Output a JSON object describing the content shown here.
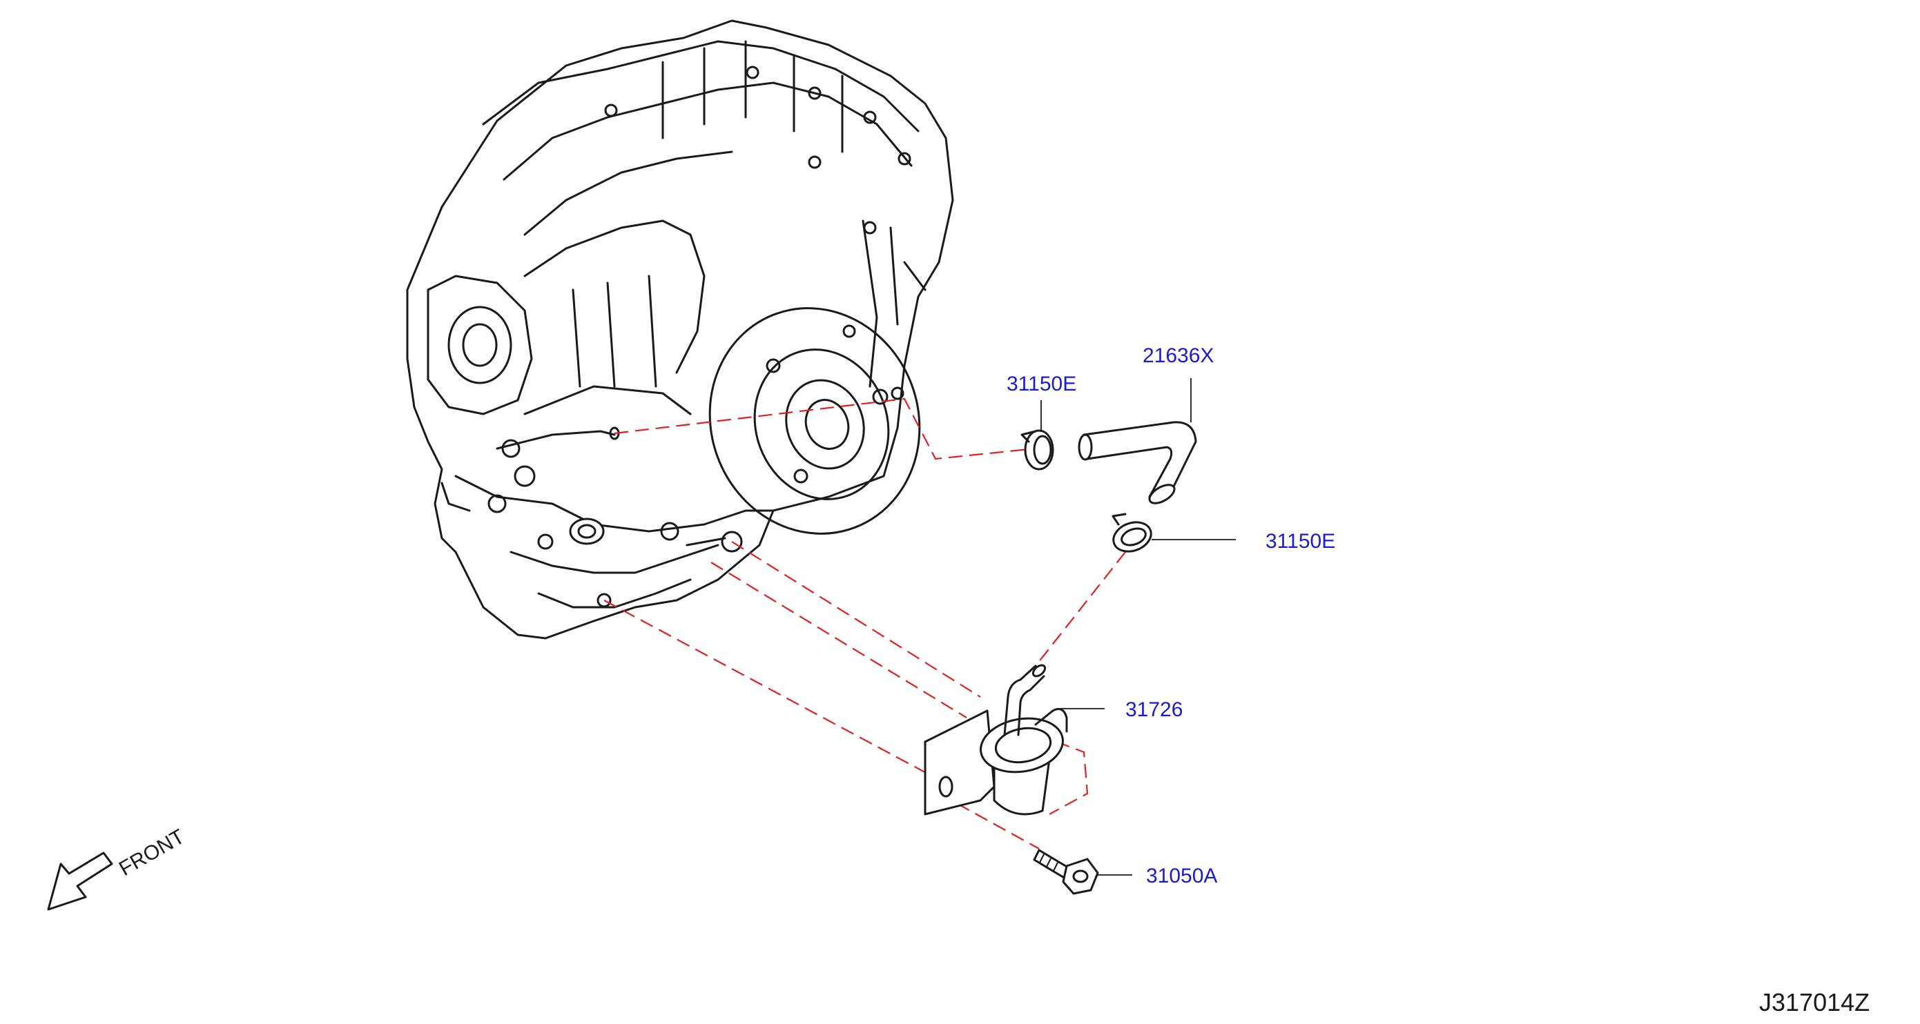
{
  "colors": {
    "label_blue": "#1a1ad6",
    "leader_line": "#1a1a1a",
    "dashed_line": "#e02020",
    "linework": "#1a1a1a",
    "background": "#ffffff"
  },
  "labels": {
    "hose": "21636X",
    "clamp_upper": "31150E",
    "clamp_lower": "31150E",
    "oil_cooler": "31726",
    "bolt": "31050A"
  },
  "front_indicator": {
    "text": "FRONT",
    "icon": "front-arrow-icon"
  },
  "reference_code": "J317014Z"
}
